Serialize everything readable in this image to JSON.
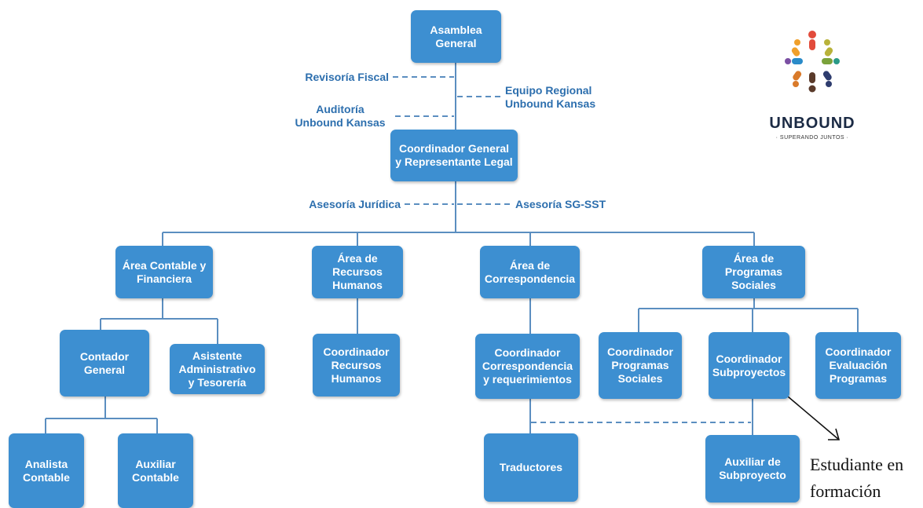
{
  "nodes": {
    "asamblea": "Asamblea\nGeneral",
    "coordinador_general": "Coordinador  General\ny Representante Legal",
    "area_contable": "Área Contable y\nFinanciera",
    "area_rrhh": "Área de\nRecursos\nHumanos",
    "area_correspondencia": "Área de\nCorrespondencia",
    "area_programas": "Área de\nProgramas\nSociales",
    "contador_general": "Contador\nGeneral",
    "asistente": "Asistente\nAdministrativo\ny Tesorería",
    "coord_rrhh": "Coordinador\nRecursos\nHumanos",
    "coord_correspondencia": "Coordinador\nCorrespondencia\ny requerimientos",
    "coord_programas": "Coordinador\nProgramas\nSociales",
    "coord_subproyectos": "Coordinador\nSubproyectos",
    "coord_evaluacion": "Coordinador\nEvaluación\nProgramas",
    "analista": "Analista\nContable",
    "auxiliar_contable": "Auxiliar\nContable",
    "traductores": "Traductores",
    "auxiliar_subproyecto": "Auxiliar de\nSubproyecto"
  },
  "advisory": {
    "revisoria": "Revisoría Fiscal",
    "equipo_regional": "Equipo Regional\nUnbound Kansas",
    "auditoria": "Auditoría\nUnbound Kansas",
    "asesoria_juridica": "Asesoría Jurídica",
    "asesoria_sgsst": "Asesoría SG-SST"
  },
  "annotation": "Estudiante en\nformación",
  "logo": {
    "word": "UNBOUND",
    "tagline": "· SUPERANDO JUNTOS ·"
  },
  "colors": {
    "box": "#3d8fd1",
    "line": "#5b8ec0",
    "label": "#2d6fae"
  }
}
